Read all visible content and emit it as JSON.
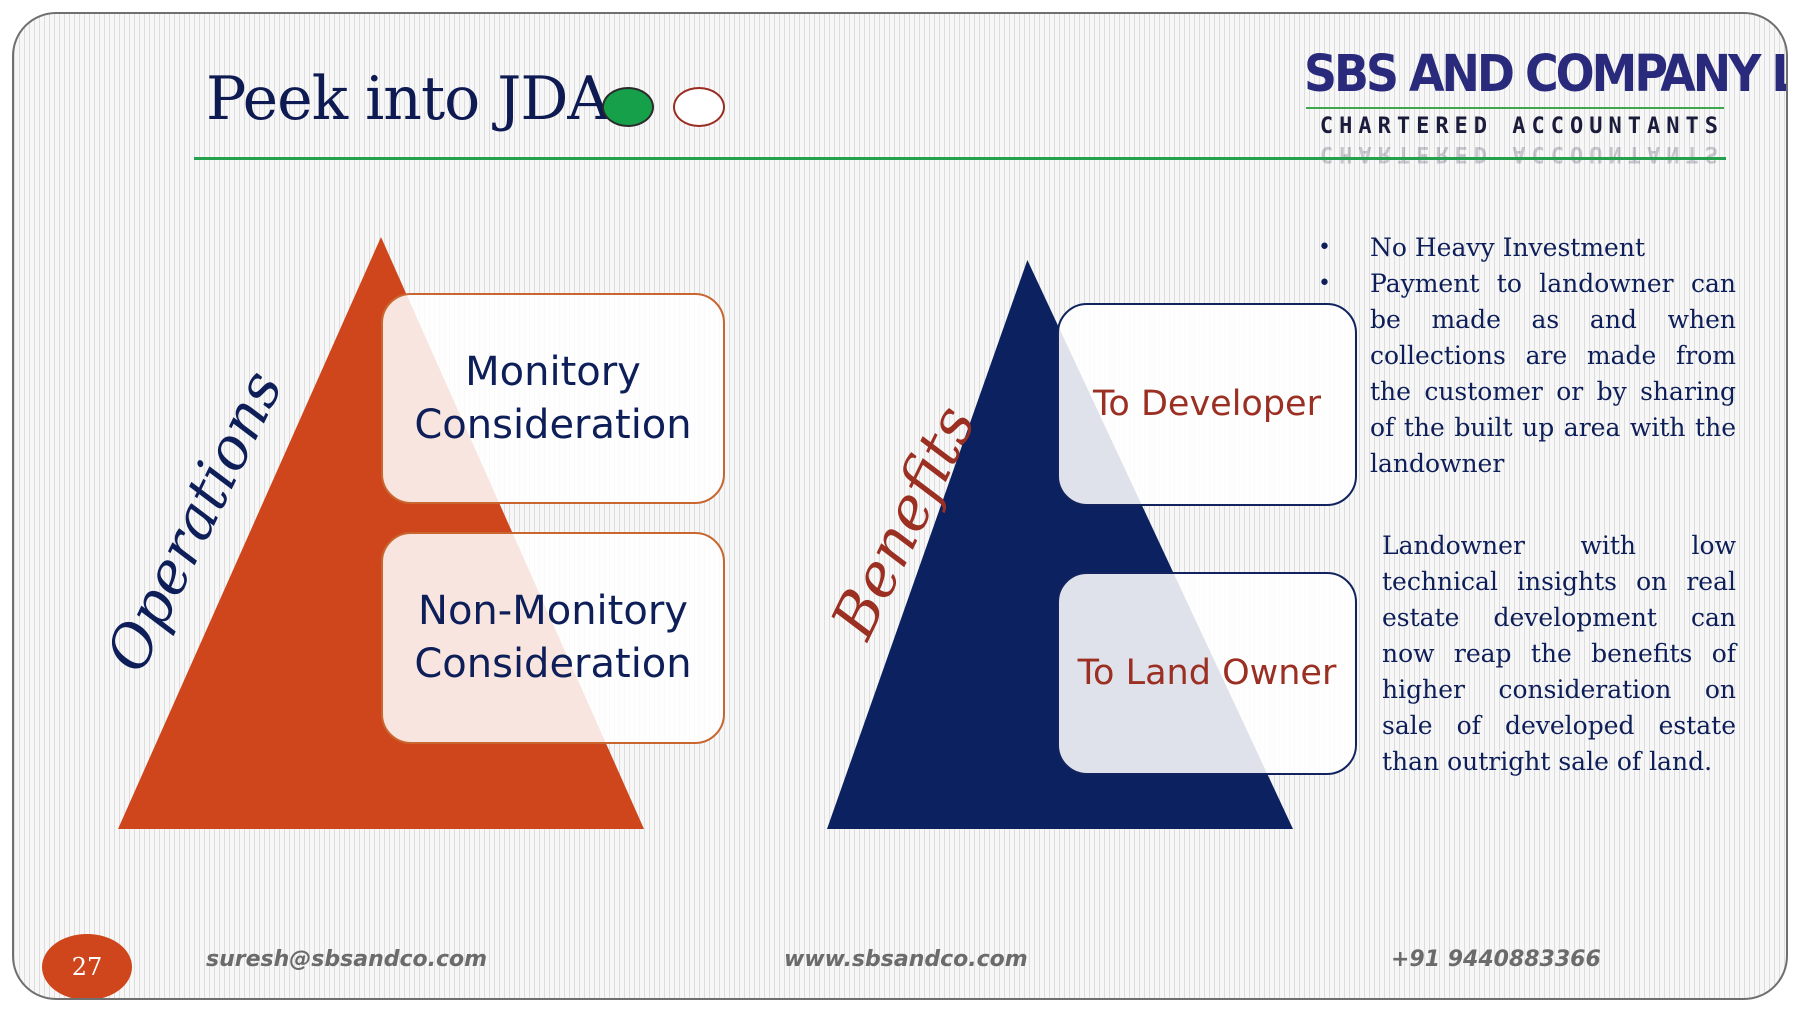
{
  "slide": {
    "title": "Peek into JDA",
    "page_number": "27"
  },
  "brand": {
    "name": "SBS AND COMPANY LLP",
    "tagline": "CHARTERED ACCOUNTANTS"
  },
  "operations": {
    "label": "Operations",
    "items": [
      "Monitory\nConsideration",
      "Non-Monitory\nConsideration"
    ]
  },
  "benefits": {
    "label": "Benefits",
    "items": [
      "To Developer",
      "To Land Owner"
    ],
    "developer_points": [
      "No Heavy Investment",
      "Payment to landowner can be made as and when collections are made from the customer or by sharing of the built up area with the landowner"
    ],
    "landowner_text": "Landowner with low technical insights on real estate development can now reap the benefits of higher consideration on sale of developed estate than outright sale of land."
  },
  "footer": {
    "email": "suresh@sbsandco.com",
    "website": "www.sbsandco.com",
    "phone": "+91 9440883366"
  },
  "colors": {
    "title": "#0e1a52",
    "accent_green": "#17a04a",
    "orange": "#cf461c",
    "navy": "#0b2160",
    "benefit_text": "#9b2f22"
  }
}
